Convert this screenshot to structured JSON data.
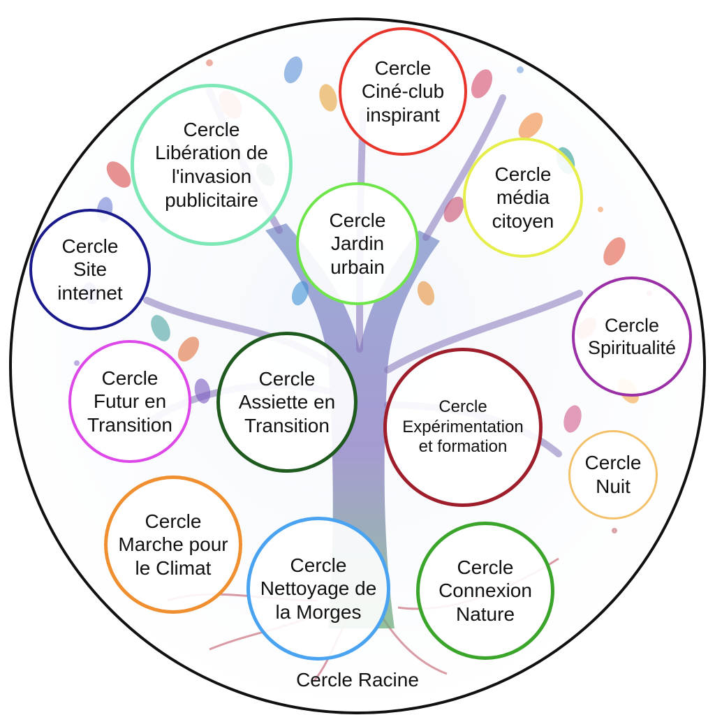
{
  "racine": {
    "label": "Cercle Racine",
    "border_color": "#111111"
  },
  "circles": [
    {
      "id": "cine-club",
      "label": "Cercle\nCiné-club\ninspirant",
      "color": "#e8352c"
    },
    {
      "id": "liberation",
      "label": "Cercle\nLibération de\nl'invasion\npublicitaire",
      "color": "#7de8b6"
    },
    {
      "id": "media",
      "label": "Cercle\nmédia\ncitoyen",
      "color": "#e5ee4a"
    },
    {
      "id": "jardin",
      "label": "Cercle\nJardin\nurbain",
      "color": "#6ee64b"
    },
    {
      "id": "site",
      "label": "Cercle\nSite\ninternet",
      "color": "#1a1a8c"
    },
    {
      "id": "spiritualite",
      "label": "Cercle\nSpiritualité",
      "color": "#9b2fa6"
    },
    {
      "id": "futur",
      "label": "Cercle\nFutur en\nTransition",
      "color": "#dd48e8"
    },
    {
      "id": "assiette",
      "label": "Cercle\nAssiette en\nTransition",
      "color": "#1f5a1f"
    },
    {
      "id": "experimentation",
      "label": "Cercle\nExpérimentation\net formation",
      "color": "#9e1f2b"
    },
    {
      "id": "nuit",
      "label": "Cercle\nNuit",
      "color": "#f3c16a"
    },
    {
      "id": "marche",
      "label": "Cercle\nMarche pour\nle Climat",
      "color": "#ef8f2f"
    },
    {
      "id": "nettoyage",
      "label": "Cercle\nNettoyage de\nla Morges",
      "color": "#4aa3f0"
    },
    {
      "id": "connexion",
      "label": "Cercle\nConnexion\nNature",
      "color": "#3aa52a"
    }
  ]
}
